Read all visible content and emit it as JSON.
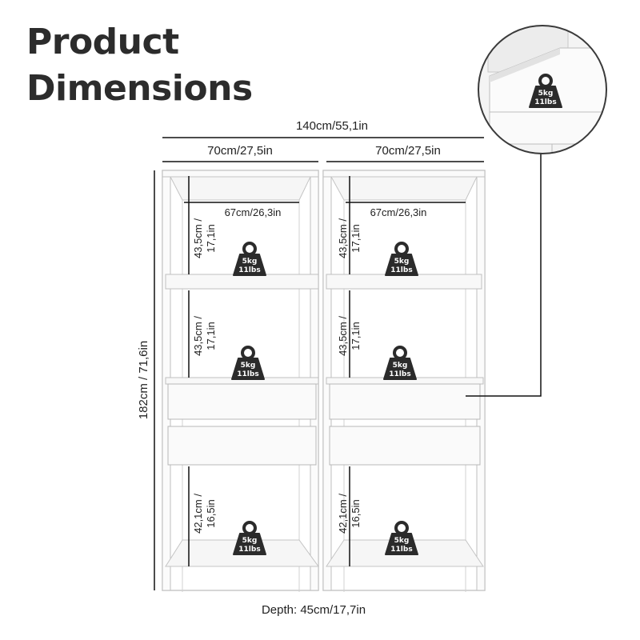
{
  "title": {
    "line1": "Product",
    "line2": "Dimensions"
  },
  "dimensions": {
    "total_width": "140cm/55,1in",
    "unit_width_left": "70cm/27,5in",
    "unit_width_right": "70cm/27,5in",
    "inner_width_left": "67cm/26,3in",
    "inner_width_right": "67cm/26,3in",
    "height": "182cm / 71,6in",
    "depth": "Depth: 45cm/17,7in",
    "shelf_height_1_line1": "43,5cm /",
    "shelf_height_1_line2": "17,1in",
    "shelf_height_2_line1": "43,5cm /",
    "shelf_height_2_line2": "17,1in",
    "shelf_height_3_line1": "42,1cm /",
    "shelf_height_3_line2": "16,5in"
  },
  "weight_label": {
    "kg": "5kg",
    "lbs": "11lbs"
  },
  "colors": {
    "text": "#222222",
    "line": "#111111",
    "shelf_edge": "#bfbfbf",
    "weight": "#2b2b2b"
  }
}
